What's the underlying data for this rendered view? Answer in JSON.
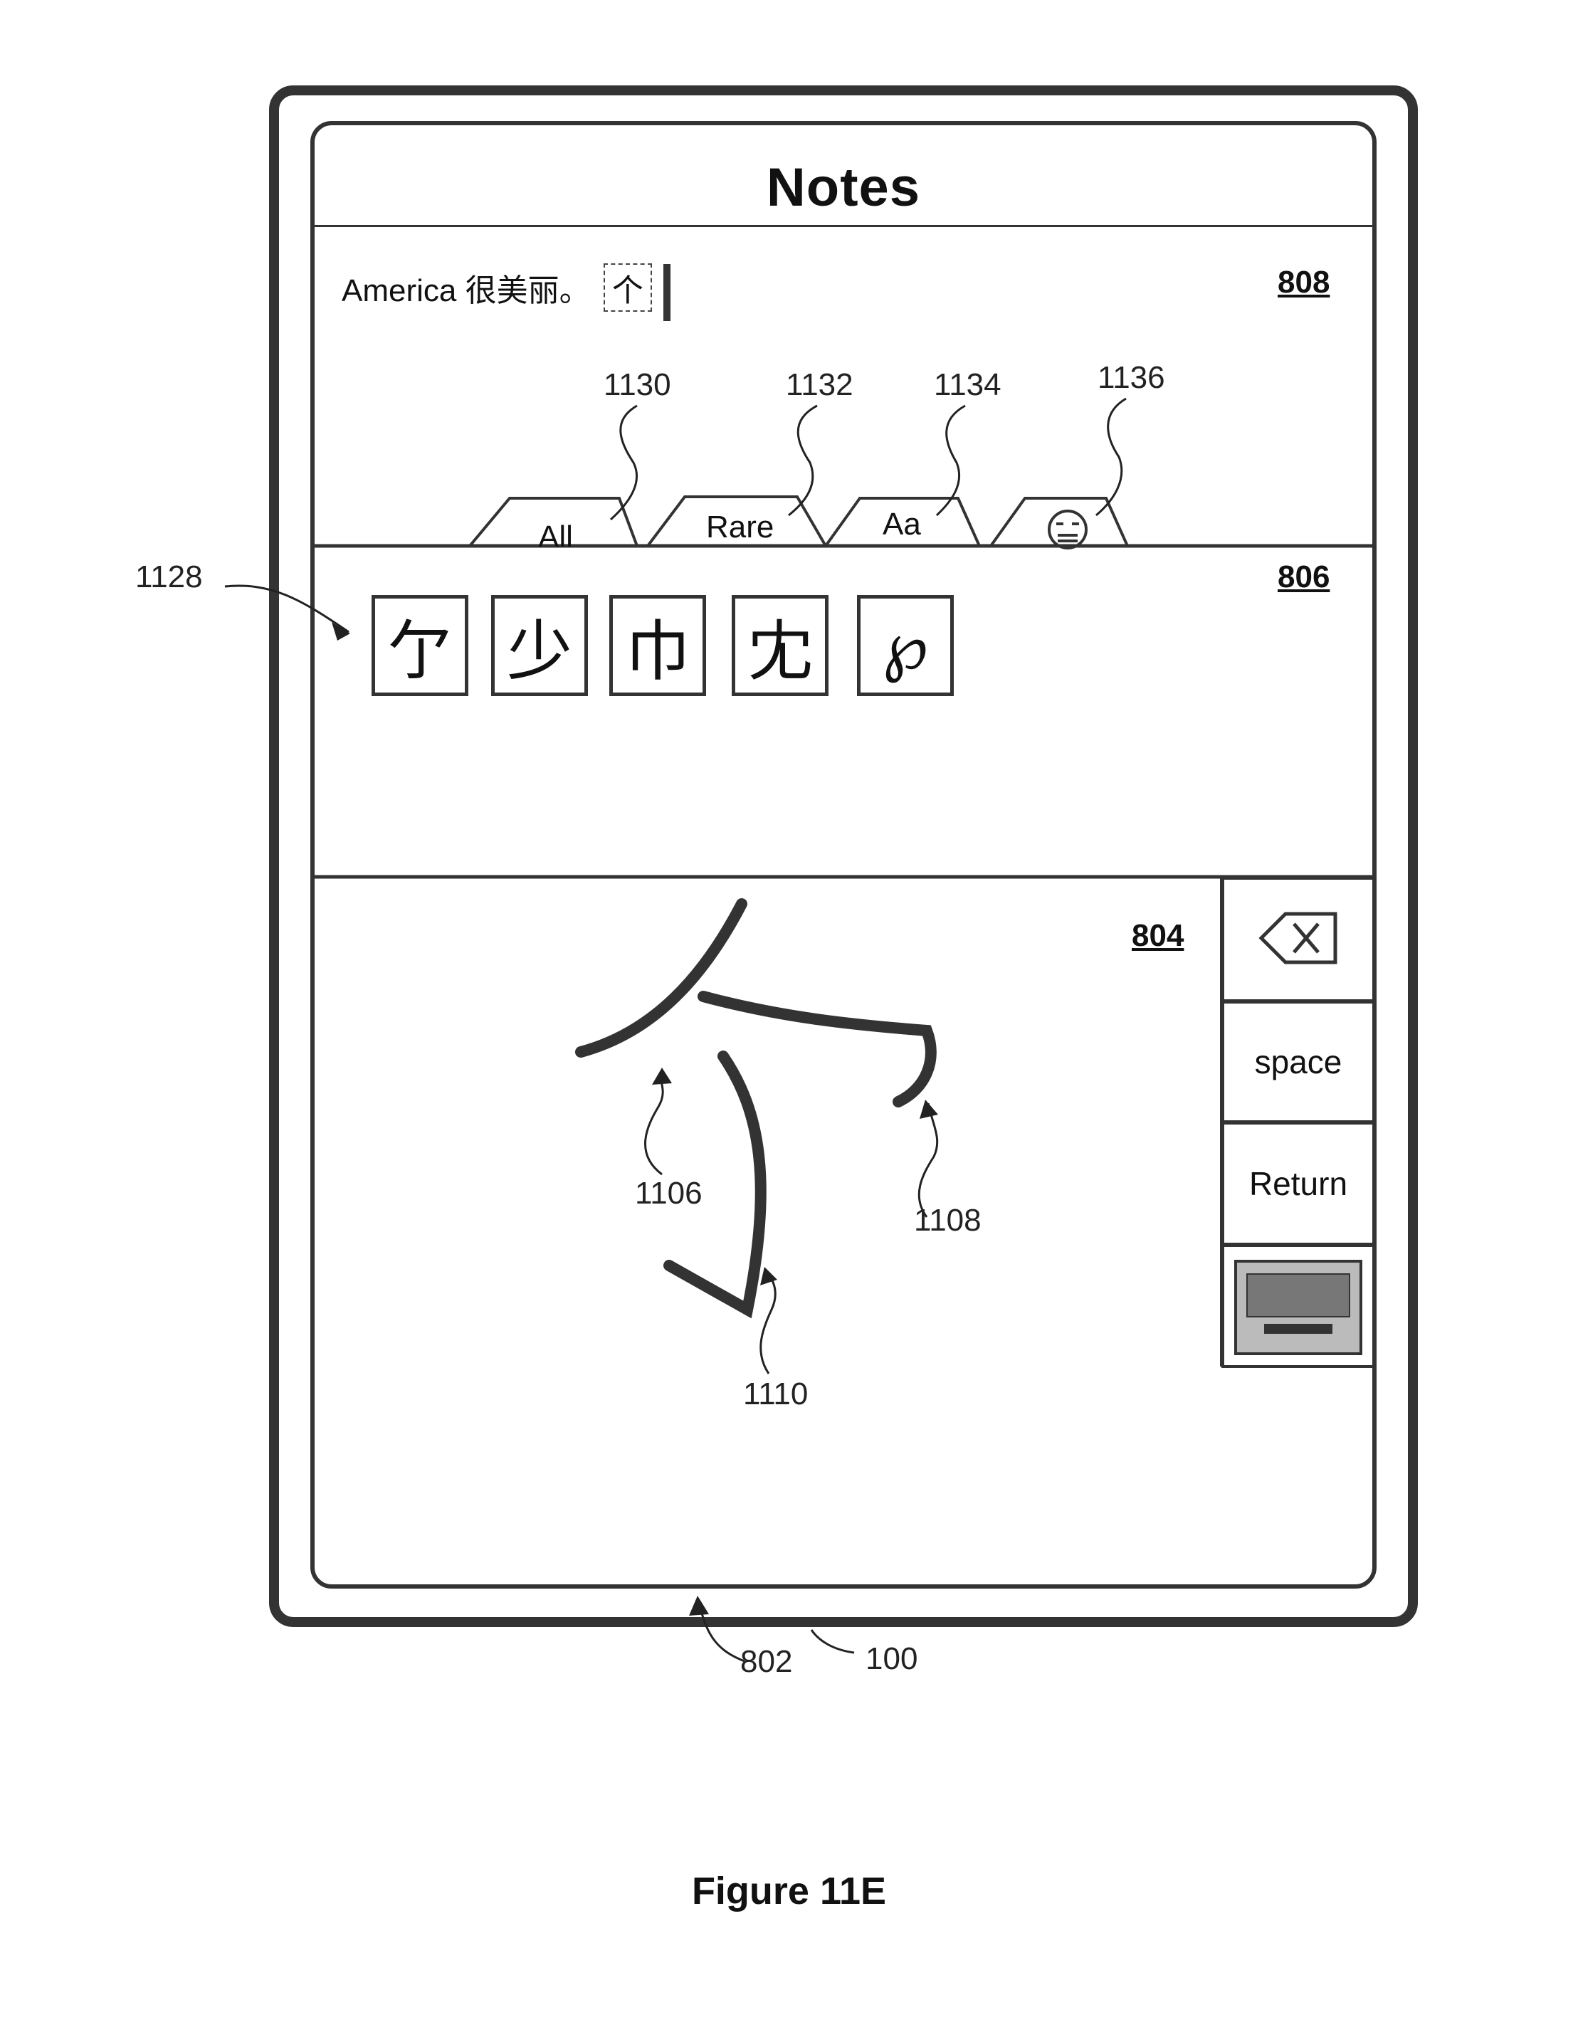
{
  "app": {
    "title": "Notes"
  },
  "text_area": {
    "text": "America 很美丽。",
    "cursor_char": "个",
    "ref": "808"
  },
  "tabs": [
    {
      "label": "All",
      "ref": "1130"
    },
    {
      "label": "Rare",
      "ref": "1132"
    },
    {
      "label": "Aa",
      "ref": "1134"
    },
    {
      "label": "emoji-face-icon",
      "ref": "1136"
    }
  ],
  "candidates": {
    "ref": "806",
    "row_ref": "1128",
    "items": [
      "亇",
      "少",
      "巾",
      "冘",
      "℘"
    ]
  },
  "handwriting": {
    "ref": "804",
    "stroke_refs": [
      "1106",
      "1108",
      "1110"
    ]
  },
  "keys": {
    "backspace_icon": "backspace-icon",
    "space": "space",
    "return": "Return",
    "keyboard_icon": "keyboard-icon"
  },
  "device_refs": {
    "screen": "802",
    "device": "100"
  },
  "caption": "Figure 11E"
}
